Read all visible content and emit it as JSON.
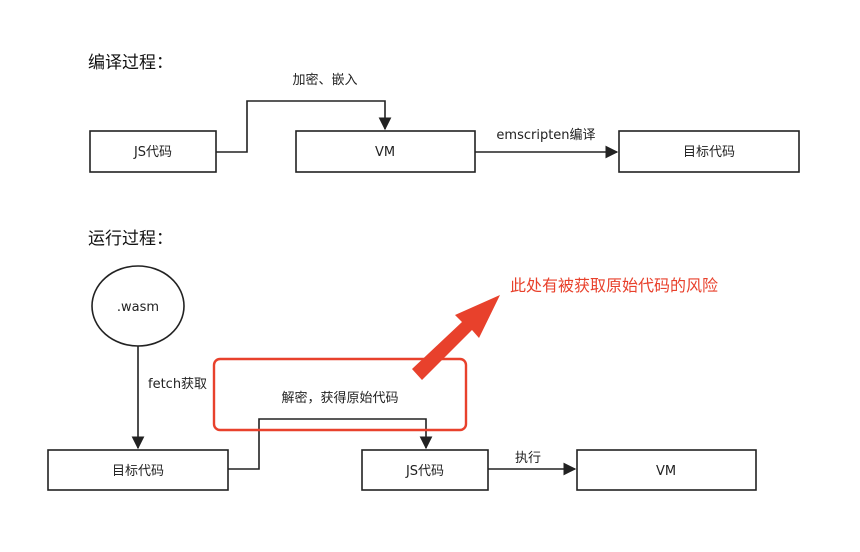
{
  "compile": {
    "title": "编译过程：",
    "nodes": {
      "js_code": "JS代码",
      "vm": "VM",
      "target_code": "目标代码"
    },
    "edges": {
      "encrypt_embed": "加密、嵌入",
      "emscripten": "emscripten编译"
    }
  },
  "runtime": {
    "title": "运行过程：",
    "nodes": {
      "wasm": ".wasm",
      "target_code": "目标代码",
      "decrypt": "解密，获得原始代码",
      "js_code": "JS代码",
      "vm": "VM"
    },
    "edges": {
      "fetch": "fetch获取",
      "execute": "执行"
    },
    "warning": "此处有被获取原始代码的风险"
  },
  "colors": {
    "stroke": "#222222",
    "warning": "#e8412c"
  }
}
